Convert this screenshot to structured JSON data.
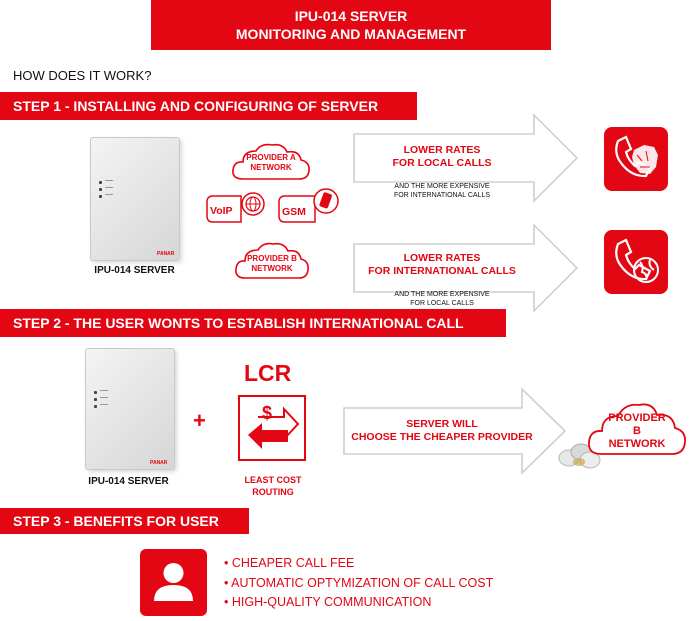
{
  "header": {
    "line1": "IPU-014 SERVER",
    "line2": "MONITORING AND MANAGEMENT"
  },
  "intro": "HOW DOES IT WORK?",
  "step1": {
    "title": "STEP 1 - INSTALLING AND CONFIGURING OF SERVER",
    "device_caption": "IPU-014 SERVER",
    "provider_a": [
      "PROVIDER A",
      "NETWORK"
    ],
    "voip_label": "VoIP",
    "gsm_label": "GSM",
    "provider_b": [
      "PROVIDER B",
      "NETWORK"
    ],
    "arrow1": {
      "main": [
        "LOWER RATES",
        "FOR LOCAL CALLS"
      ],
      "sub": [
        "AND THE MORE EXPENSIVE",
        "FOR INTERNATIONAL CALLS"
      ]
    },
    "arrow2": {
      "main": [
        "LOWER RATES",
        "FOR INTERNATIONAL CALLS"
      ],
      "sub": [
        "AND THE MORE EXPENSIVE",
        "FOR LOCAL CALLS"
      ]
    }
  },
  "step2": {
    "title": "STEP 2 - THE USER WONTS TO ESTABLISH INTERNATIONAL CALL",
    "device_caption": "IPU-014 SERVER",
    "plus": "+",
    "lcr_title": "LCR",
    "lcr_caption": [
      "LEAST COST",
      "ROUTING"
    ],
    "arrow": [
      "SERVER WILL",
      "CHOOSE THE CHEAPER PROVIDER"
    ],
    "provider_b": [
      "PROVIDER",
      "B",
      "NETWORK"
    ]
  },
  "step3": {
    "title": "STEP 3 - BENEFITS FOR USER",
    "benefits": [
      "CHEAPER CALL FEE",
      "AUTOMATIC OPTYMIZATION OF CALL COST",
      "HIGH-QUALITY COMMUNICATION"
    ]
  },
  "device_brand": "PANAR",
  "colors": {
    "accent": "#e30613",
    "arrow_outline": "#cfcfcf"
  },
  "icons": [
    "phone-poland-map-icon",
    "phone-globe-icon",
    "globe-icon",
    "lcr-routing-icon",
    "user-icon",
    "coins-icon",
    "cloud-icon"
  ]
}
